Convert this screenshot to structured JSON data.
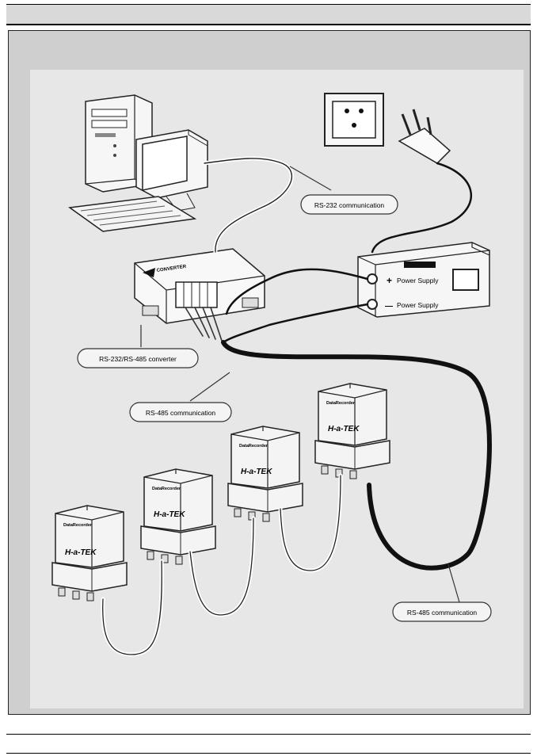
{
  "labels": {
    "rs232": "RS-232 communication",
    "converter": "RS-232/RS-485 converter",
    "rs485_top": "RS-485 communication",
    "rs485_bottom": "RS-485 communication",
    "psu_plus": "Power Supply",
    "psu_minus": "Power Supply",
    "plus_sign": "+",
    "minus_sign": "—"
  },
  "devices": {
    "brand": "H-a-TEK",
    "model": "DataRecorder",
    "converter_brand": "CONVERTER"
  },
  "colors": {
    "frame": "#cfcfcf",
    "panel": "#e7e7e7",
    "cable": "#111111"
  }
}
